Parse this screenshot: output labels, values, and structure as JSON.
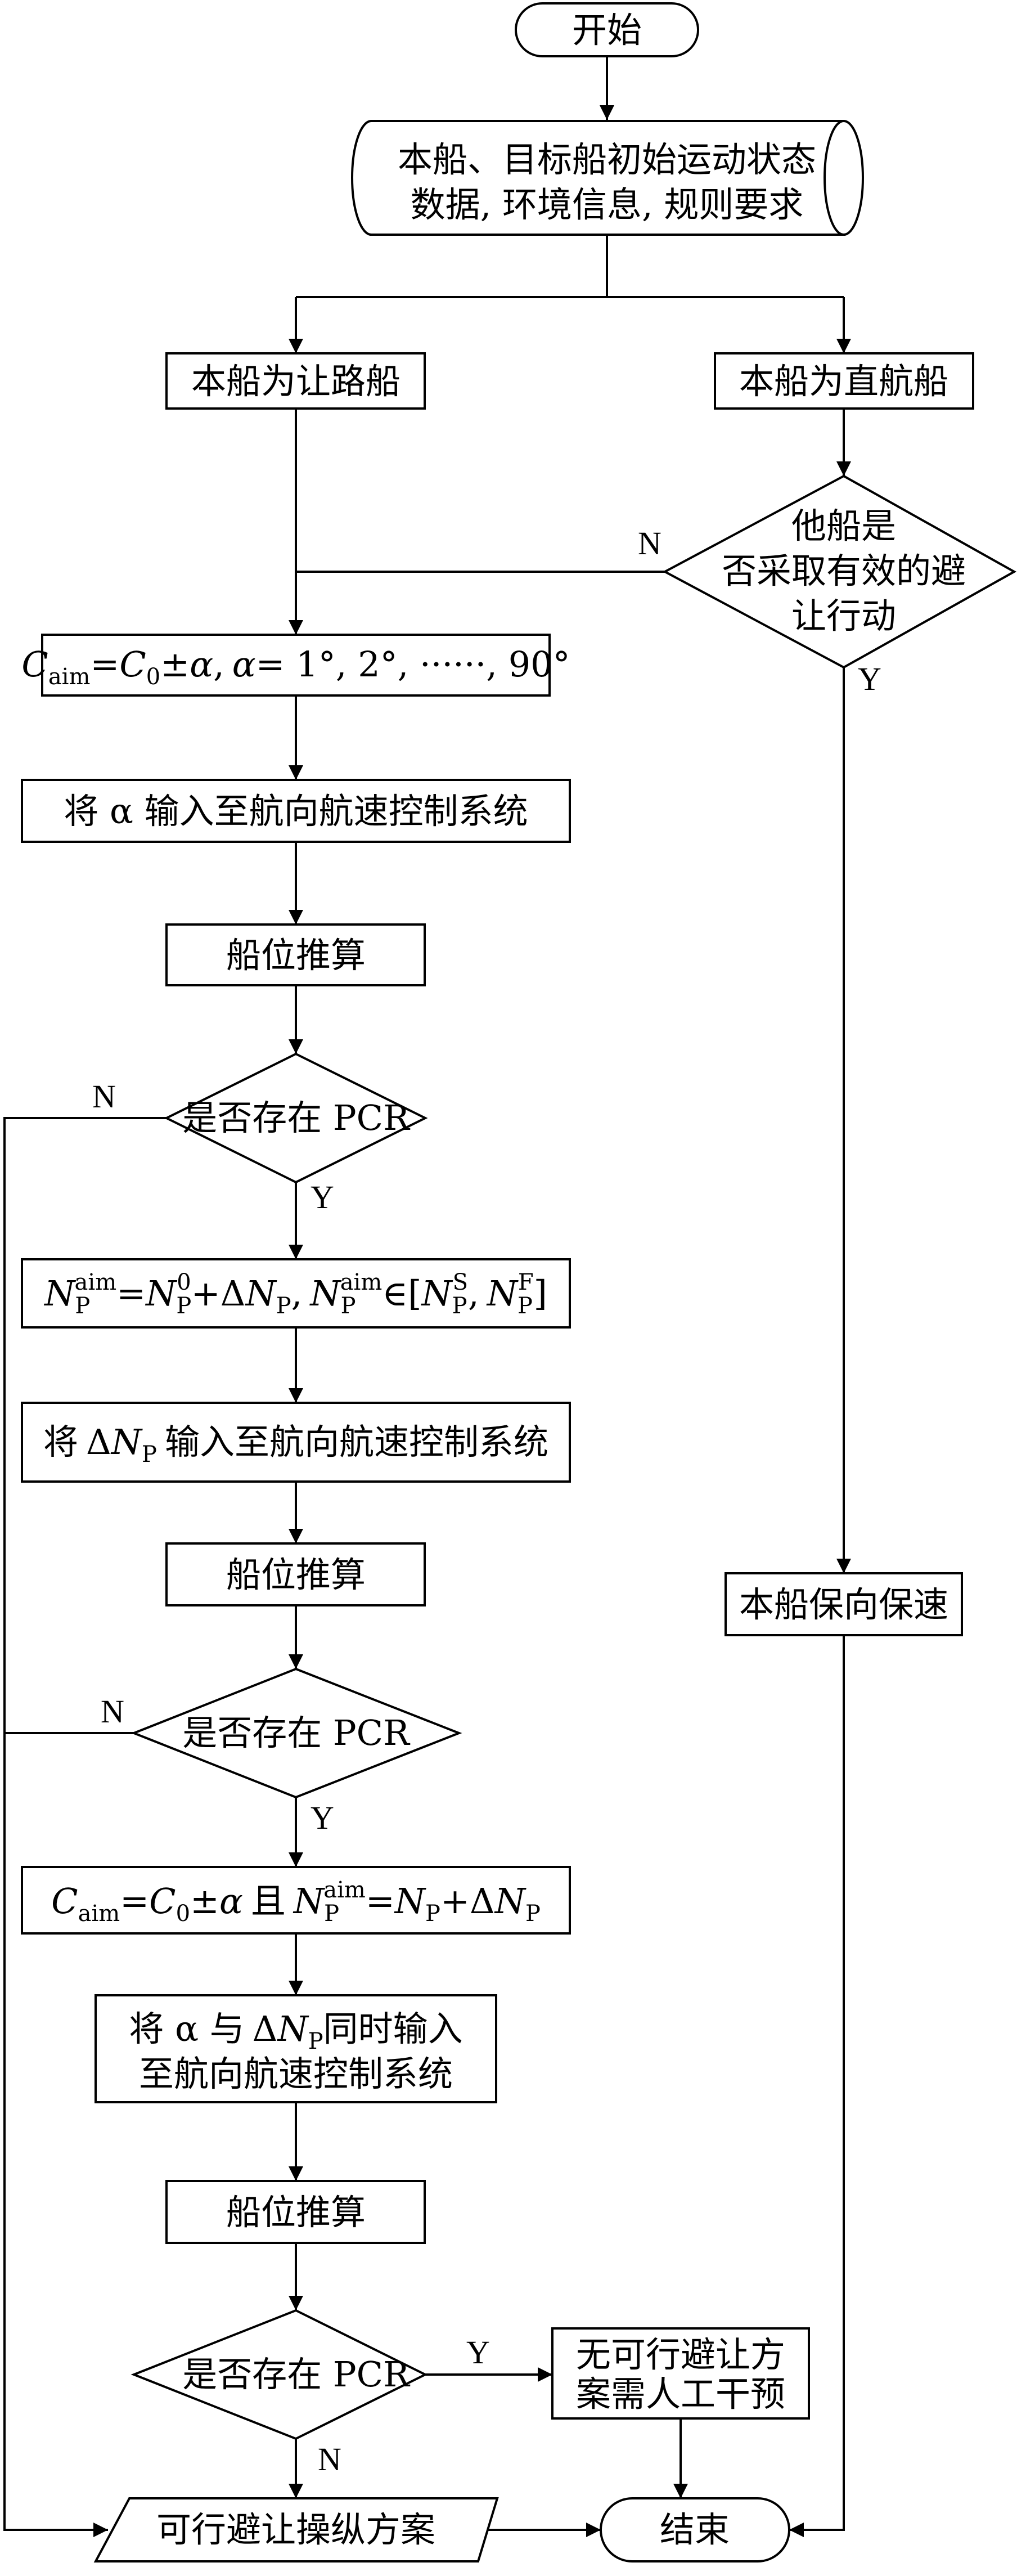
{
  "nodes": {
    "start": "开始",
    "input_line1": "本船、目标船初始运动状态",
    "input_line2": "数据, 环境信息, 规则要求",
    "giveway": "本船为让路船",
    "standon": "本船为直航船",
    "other_line1": "他船是",
    "other_line2": "否采取有效的避",
    "other_line3": "让行动",
    "caim_formula": "C_aim = C_0 ± α, α = 1°, 2°, ······, 90°",
    "alpha_input": "将 α 输入至航向航速控制系统",
    "dr1": "船位推算",
    "pcr1": "是否存在 PCR",
    "np_formula": "N_P^aim = N_P^0 + ΔN_P, N_P^aim ∈ [N_P^S, N_P^F]",
    "dnp_input": "将 ΔN_P 输入至航向航速控制系统",
    "dr2": "船位推算",
    "pcr2": "是否存在 PCR",
    "combined_formula": "C_aim = C_0 ± α 且 N_P^aim = N_P + ΔN_P",
    "both_line1": "将 α 与 ΔN_P 同时输入",
    "both_line2": "至航向航速控制系统",
    "dr3": "船位推算",
    "pcr3": "是否存在 PCR",
    "keep": "本船保向保速",
    "nofeasible_line1": "无可行避让方",
    "nofeasible_line2": "案需人工干预",
    "feasible": "可行避让操纵方案",
    "end": "结束"
  },
  "labels": {
    "yes": "Y",
    "no": "N"
  },
  "math": {
    "C": "C",
    "aim": "aim",
    "zero": "0",
    "alpha": "α",
    "pm": "±",
    "eq": "=",
    "comma": ",",
    "alpha_list": "= 1°, 2°, ······, 90°",
    "N": "N",
    "P": "P",
    "S": "S",
    "F": "F",
    "delta": "Δ",
    "plus": "+",
    "in": "∈",
    "lbr": "[",
    "rbr": "]",
    "and": "且",
    "input_pre": "将",
    "input_post": "输入至航向航速控制系统",
    "both_pre": "将 α 与",
    "both_post": "同时输入"
  }
}
